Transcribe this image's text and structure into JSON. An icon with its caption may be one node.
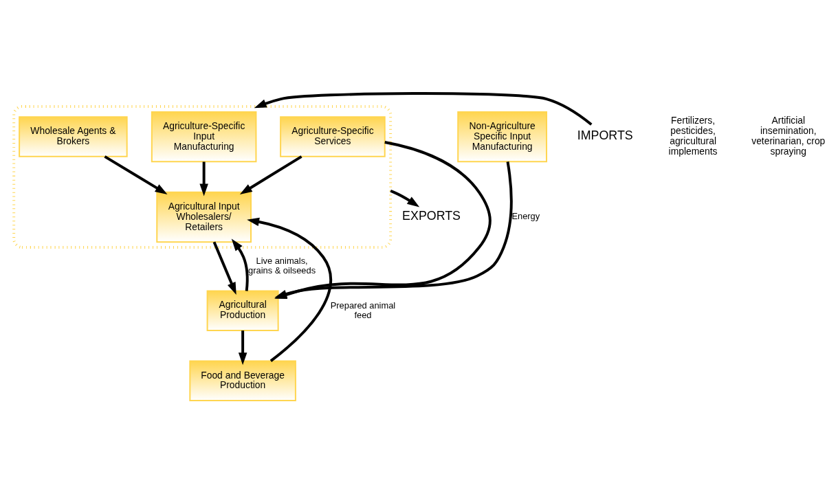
{
  "diagram": {
    "nodes": [
      {
        "text": [],
        "shape": "box"
      },
      {
        "text": [
          "Agriculture-Specific Input Manufacturing"
        ],
        "in": 0
      },
      {
        "text": [
          "Wholesale Agents & Brokers"
        ],
        "in": 0
      },
      {
        "text": [
          "Agricultural Input Wholesalers/ Retailers"
        ],
        "in": 0
      },
      {
        "text": [
          "Agriculture-Specific Services"
        ],
        "in": 0
      },
      {
        "text": [
          "Agricultural Production"
        ]
      },
      {
        "text": [
          "Non-Agriculture Specific Input Manufacturing"
        ]
      },
      {
        "text": [
          "Food and Beverage Production"
        ]
      },
      {
        "text": [
          "IMPORTS"
        ]
      },
      {
        "text": [
          "EXPORTS"
        ]
      }
    ],
    "edges": [
      {
        "from": 8,
        "to": 0,
        "arrow": "to"
      },
      {
        "from": 0,
        "to": 9,
        "arrow": "to"
      },
      {
        "from": 1,
        "to": 3,
        "arrow": "to"
      },
      {
        "from": 2,
        "to": 3,
        "arrow": "to"
      },
      {
        "from": 4,
        "to": 3,
        "arrow": "to"
      },
      {
        "from": 3,
        "to": 5,
        "arrow": "to"
      },
      {
        "from": 4,
        "to": 5,
        "arrow": "to"
      },
      {
        "from": 5,
        "to": 3,
        "arrow": "to",
        "label": "Live animals, grains & oilseeds"
      },
      {
        "from": 6,
        "to": 5,
        "arrow": "to",
        "label": "Energy"
      },
      {
        "from": 5,
        "to": 7,
        "arrow": "to"
      },
      {
        "from": 7,
        "to": 3,
        "arrow": "to",
        "label": "Prepared animal feed"
      }
    ],
    "labels": [
      "Fertilizers, pesticides, agricultural implements",
      "Artificial insemination, veterinarian, crop spraying"
    ]
  }
}
